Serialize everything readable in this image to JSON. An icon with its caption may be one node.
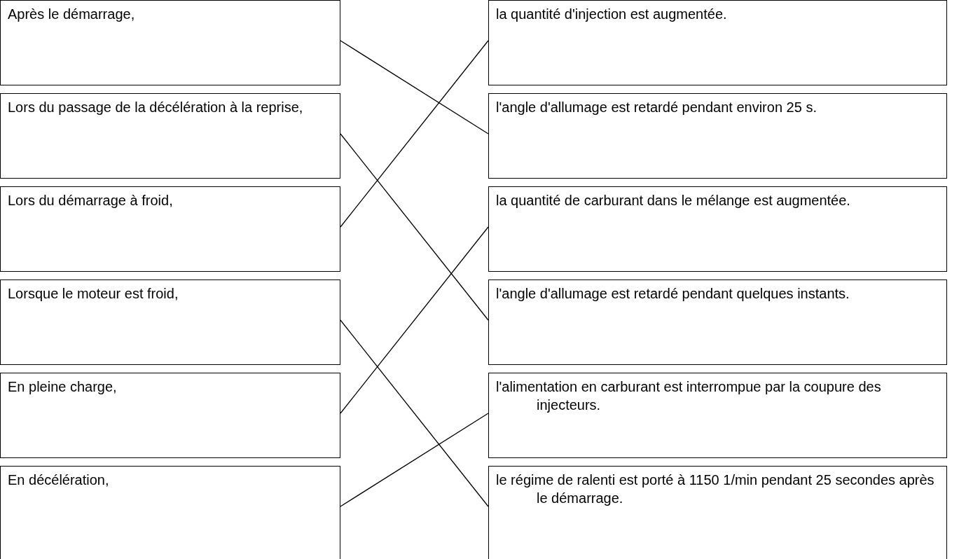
{
  "diagram": {
    "nodes": [
      {
        "text": [
          "Après le démarrage,"
        ]
      },
      {
        "text": [
          "la quantité d'injection est augmentée."
        ]
      },
      {
        "text": [
          "Lors du passage de la décélération à la reprise,"
        ]
      },
      {
        "text": [
          "l'angle d'allumage est retardé pendant environ 25 s."
        ]
      },
      {
        "text": [
          "Lors du démarrage à froid,"
        ]
      },
      {
        "text": [
          "la quantité de carburant dans le mélange est augmentée."
        ]
      },
      {
        "text": [
          "Lorsque le moteur est froid,"
        ]
      },
      {
        "text": [
          "l'angle d'allumage est retardé pendant quelques instants."
        ]
      },
      {
        "text": [
          "En pleine charge,"
        ]
      },
      {
        "text": [
          "l'alimentation en carburant est interrompue par la coupure des injecteurs."
        ]
      },
      {
        "text": [
          "En décélération,"
        ]
      },
      {
        "text": [
          "le régime de ralenti est porté à 1150 1/min pendant 25 secondes après le démarrage."
        ]
      }
    ],
    "edges": [
      {
        "from": 0,
        "to": 3,
        "arrow": "none"
      },
      {
        "from": 2,
        "to": 7,
        "arrow": "none"
      },
      {
        "from": 4,
        "to": 1,
        "arrow": "none"
      },
      {
        "from": 6,
        "to": 11,
        "arrow": "none"
      },
      {
        "from": 8,
        "to": 5,
        "arrow": "none"
      },
      {
        "from": 10,
        "to": 9,
        "arrow": "none"
      }
    ]
  }
}
